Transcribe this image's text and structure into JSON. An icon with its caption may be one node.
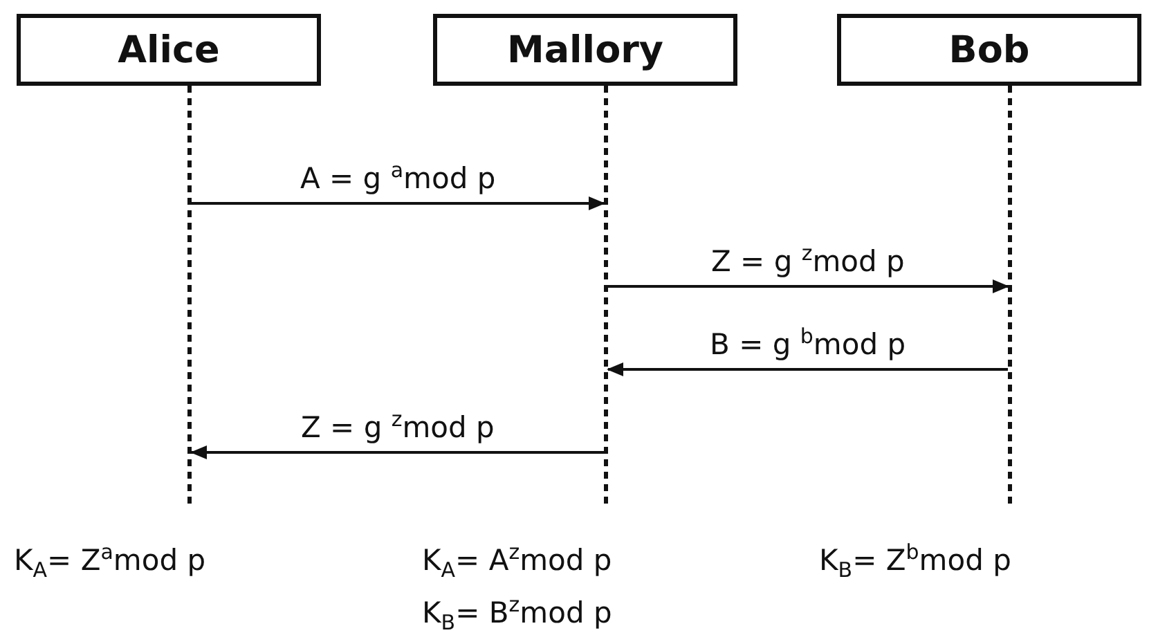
{
  "diagram": {
    "nodes": [
      {
        "text": [
          "Alice"
        ]
      },
      {
        "text": [
          "Mallory"
        ]
      },
      {
        "text": [
          "Bob"
        ]
      }
    ],
    "edges": [
      {
        "from": 0,
        "to": 1,
        "arrow": "to",
        "label": "A = g $^{a}$mod p"
      },
      {
        "from": 1,
        "to": 2,
        "arrow": "to",
        "label": "Z = g $^{z}$mod p"
      },
      {
        "from": 2,
        "to": 1,
        "arrow": "to",
        "label": "B = g $^{b}$mod p"
      },
      {
        "from": 1,
        "to": 0,
        "arrow": "to",
        "label": "Z = g $^{z}$mod p"
      }
    ],
    "labels": [
      "K$_{A}$= Z$^{a}$mod p",
      "K$_{A}$= A$^{z}$mod p",
      "K$_{B}$= Z$^{b}$mod p",
      "K$_{B}$= B$^{z}$mod p"
    ]
  }
}
